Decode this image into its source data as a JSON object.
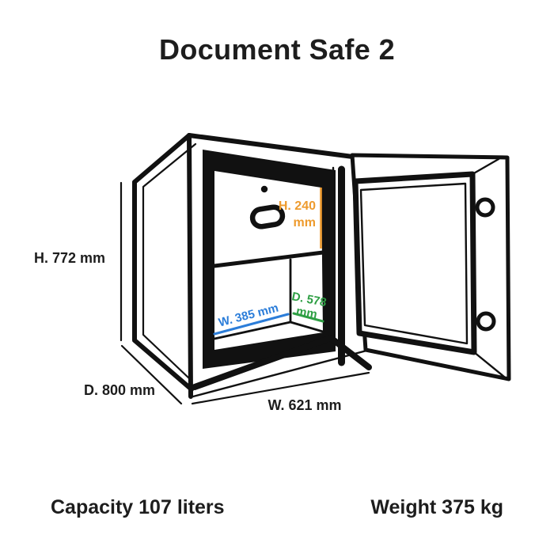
{
  "title": "Document Safe 2",
  "diagram": {
    "outer_dimensions": {
      "height": "H. 772 mm",
      "depth": "D. 800 mm",
      "width": "W. 621 mm"
    },
    "inner_dimensions": {
      "height_lines": [
        "H. 240",
        "mm"
      ],
      "width": "W. 385 mm",
      "depth_lines": [
        "D. 578",
        "mm"
      ]
    },
    "icons": {
      "illustration": "open-safe-line-drawing",
      "keyhole": "keyhole-dot",
      "handle": "drawer-handle-slot",
      "bolts": "door-lock-bolts"
    },
    "colors": {
      "line": "#111111",
      "text": "#1d1d1d",
      "inner_height_accent": "#ee9b2e",
      "inner_width_accent": "#2b7dd9",
      "inner_depth_accent": "#2e9f44",
      "background": "#ffffff"
    }
  },
  "specs": {
    "capacity": "Capacity 107 liters",
    "weight": "Weight 375 kg"
  }
}
